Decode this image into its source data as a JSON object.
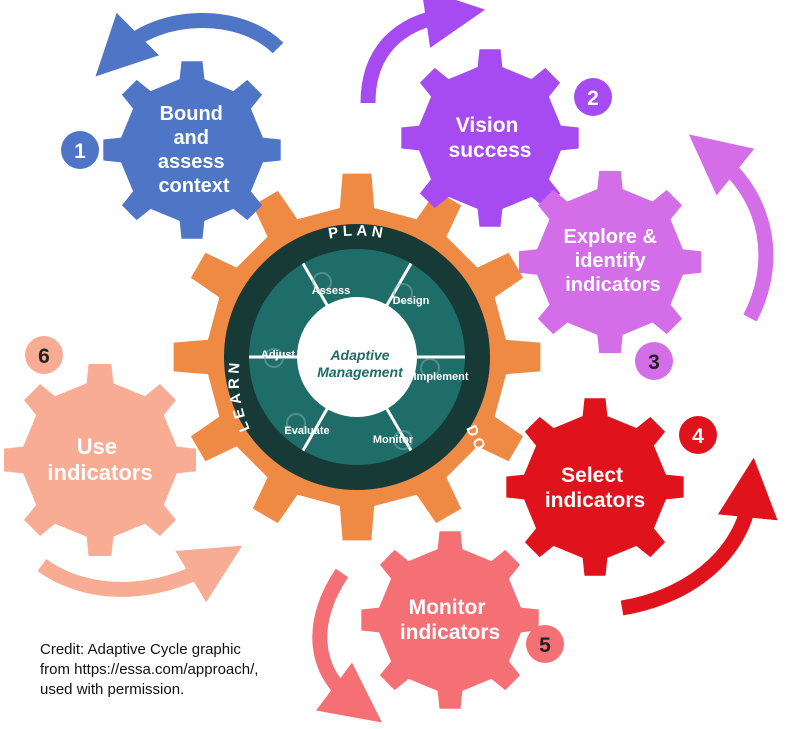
{
  "colors": {
    "step1": "#4f75c6",
    "step2": "#a64bf2",
    "step3": "#d36ee8",
    "step4": "#e0121c",
    "step5": "#f57075",
    "step6": "#f8ac93",
    "center_gear": "#ef8a45",
    "center_ring": "#173a37",
    "center_wedge": "#1f6d68"
  },
  "steps": [
    {
      "number": "1",
      "lines": [
        "Bound",
        "and",
        "assess",
        "context"
      ]
    },
    {
      "number": "2",
      "lines": [
        "Vision",
        "success"
      ]
    },
    {
      "number": "3",
      "lines": [
        "Explore &",
        "identify",
        "indicators"
      ]
    },
    {
      "number": "4",
      "lines": [
        "Select",
        "indicators"
      ]
    },
    {
      "number": "5",
      "lines": [
        "Monitor",
        "indicators"
      ]
    },
    {
      "number": "6",
      "lines": [
        "Use",
        "indicators"
      ]
    }
  ],
  "center": {
    "title_line1": "Adaptive",
    "title_line2": "Management",
    "ring_labels": {
      "plan": "PLAN",
      "do": "DO",
      "learn": "LEARN"
    },
    "stages": [
      {
        "label": "Assess",
        "icon": "magnifier-icon"
      },
      {
        "label": "Design",
        "icon": "tools-icon"
      },
      {
        "label": "Implement",
        "icon": "gear-icon"
      },
      {
        "label": "Monitor",
        "icon": "pulse-icon"
      },
      {
        "label": "Evaluate",
        "icon": "clipboard-icon"
      },
      {
        "label": "Adjust",
        "icon": "sliders-icon"
      }
    ]
  },
  "credit": {
    "line1": "Credit: Adaptive Cycle graphic",
    "line2": "from https://essa.com/approach/,",
    "line3": "used with permission."
  }
}
